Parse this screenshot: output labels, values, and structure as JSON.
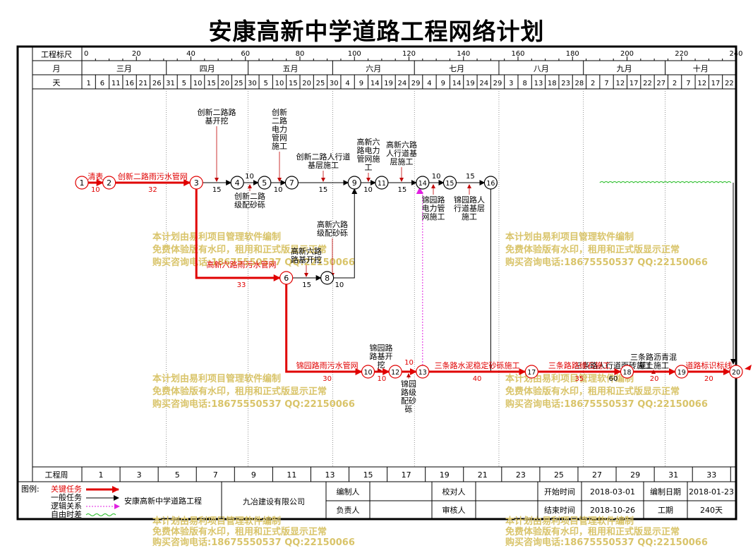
{
  "title": "安康高新中学道路工程网络计划",
  "chart_data": {
    "type": "diagram",
    "scale_label": "工程标尺",
    "scale_ticks": [
      0,
      20,
      40,
      60,
      80,
      100,
      120,
      140,
      160,
      180,
      200,
      220,
      240
    ],
    "month_label": "月",
    "months": [
      "三月",
      "四月",
      "五月",
      "六月",
      "七月",
      "八月",
      "九月",
      "十月"
    ],
    "day_label": "天",
    "days": [
      "1",
      "6",
      "11",
      "16",
      "21",
      "26",
      "31",
      "5",
      "10",
      "15",
      "20",
      "25",
      "30",
      "5",
      "10",
      "15",
      "20",
      "25",
      "30",
      "4",
      "9",
      "14",
      "19",
      "24",
      "29",
      "4",
      "9",
      "14",
      "19",
      "24",
      "29",
      "3",
      "8",
      "13",
      "18",
      "23",
      "28",
      "2",
      "7",
      "12",
      "17",
      "22",
      "27",
      "2",
      "7",
      "12",
      "17",
      "22"
    ],
    "week_label": "工程周",
    "weeks": [
      "1",
      "3",
      "5",
      "7",
      "9",
      "11",
      "13",
      "15",
      "17",
      "19",
      "21",
      "23",
      "25",
      "27",
      "29",
      "31",
      "33"
    ],
    "nodes": [
      {
        "id": "1",
        "t": 0,
        "row": "a"
      },
      {
        "id": "2",
        "t": 10,
        "row": "a"
      },
      {
        "id": "3",
        "t": 42,
        "row": "a"
      },
      {
        "id": "4",
        "t": 57,
        "row": "a"
      },
      {
        "id": "5",
        "t": 67,
        "row": "a"
      },
      {
        "id": "7",
        "t": 77,
        "row": "a"
      },
      {
        "id": "9",
        "t": 100,
        "row": "a"
      },
      {
        "id": "11",
        "t": 110,
        "row": "a"
      },
      {
        "id": "14",
        "t": 125,
        "row": "a"
      },
      {
        "id": "15",
        "t": 135,
        "row": "a"
      },
      {
        "id": "16",
        "t": 150,
        "row": "a"
      },
      {
        "id": "6",
        "t": 75,
        "row": "b"
      },
      {
        "id": "8",
        "t": 90,
        "row": "b"
      },
      {
        "id": "10",
        "t": 105,
        "row": "c"
      },
      {
        "id": "12",
        "t": 115,
        "row": "c"
      },
      {
        "id": "13",
        "t": 125,
        "row": "c"
      },
      {
        "id": "17",
        "t": 165,
        "row": "c"
      },
      {
        "id": "18",
        "t": 200,
        "row": "c"
      },
      {
        "id": "19",
        "t": 220,
        "row": "c"
      },
      {
        "id": "20",
        "t": 240,
        "row": "c"
      }
    ],
    "tasks": [
      {
        "name": "清表",
        "dur": "10",
        "from": "1",
        "to": "2",
        "kind": "critical"
      },
      {
        "name": "创新二路雨污水管网",
        "dur": "32",
        "from": "2",
        "to": "3",
        "kind": "critical"
      },
      {
        "name": "创新二路路基开挖",
        "dur": "15",
        "from": "3",
        "to": "4",
        "kind": "normal"
      },
      {
        "name": "创新二路级配砂砾",
        "dur": "10",
        "from": "4",
        "to": "5",
        "kind": "normal"
      },
      {
        "name": "创新二路电力管网施工",
        "dur": "10",
        "from": "5",
        "to": "7",
        "kind": "normal"
      },
      {
        "name": "创新二路人行道基层施工",
        "dur": "15",
        "from": "7",
        "to": "9",
        "kind": "normal"
      },
      {
        "name": "高新六路电力管网施工",
        "dur": "10",
        "from": "9",
        "to": "11",
        "kind": "normal"
      },
      {
        "name": "高新六路人行道基层施工",
        "dur": "15",
        "from": "11",
        "to": "14",
        "kind": "normal"
      },
      {
        "name": "锦园路电力管网施工",
        "dur": "10",
        "from": "14",
        "to": "15",
        "kind": "normal"
      },
      {
        "name": "锦园路人行道基层施工",
        "dur": "15",
        "from": "15",
        "to": "16",
        "kind": "normal"
      },
      {
        "name": "三条路人行道面砖施工",
        "dur": "60",
        "from": "16",
        "to": "20",
        "kind": "normal"
      },
      {
        "name": "高新六路雨污水管网",
        "dur": "33",
        "from": "3",
        "to": "6",
        "kind": "critical"
      },
      {
        "name": "高新六路路基开挖",
        "dur": "15",
        "from": "6",
        "to": "8",
        "kind": "normal"
      },
      {
        "name": "高新六路级配砂砾",
        "dur": "10",
        "from": "8",
        "to": "9",
        "kind": "normal"
      },
      {
        "name": "锦园路雨污水管网",
        "dur": "30",
        "from": "6",
        "to": "10",
        "kind": "critical"
      },
      {
        "name": "锦园路路基开挖",
        "dur": "10",
        "from": "10",
        "to": "12",
        "kind": "critical"
      },
      {
        "name": "锦园路级配砂砾",
        "dur": "10",
        "from": "12",
        "to": "13",
        "kind": "critical"
      },
      {
        "name": "三条路水泥稳定砂砾施工",
        "dur": "40",
        "from": "13",
        "to": "17",
        "kind": "critical"
      },
      {
        "name": "三条路路缘石施工",
        "dur": "35",
        "from": "17",
        "to": "18",
        "kind": "critical"
      },
      {
        "name": "三条路沥青混凝土施工",
        "dur": "20",
        "from": "18",
        "to": "19",
        "kind": "critical"
      },
      {
        "name": "道路标识标线",
        "dur": "20",
        "from": "19",
        "to": "20",
        "kind": "critical"
      }
    ]
  },
  "watermark": {
    "line1": "本计划由易利项目管理软件编制",
    "line2": "免费体验版有水印，租用和正式版显示正常",
    "line3": "购买咨询电话:18675550537 QQ:22150066"
  },
  "legend": {
    "label": "图例:",
    "critical": "关键任务",
    "normal": "一般任务",
    "logic": "逻辑关系",
    "float": "自由时差",
    "project": "安康高新中学道路工程",
    "company": "九冶建设有限公司",
    "compiler": "编制人",
    "proofreader": "校对人",
    "start_label": "开始时间",
    "start_value": "2018-03-01",
    "compile_date_label": "编制日期",
    "compile_date_value": "2018-01-23",
    "manager": "负责人",
    "reviewer": "审核人",
    "end_label": "结束时间",
    "end_value": "2018-10-26",
    "duration_label": "工期",
    "duration_value": "240天"
  }
}
